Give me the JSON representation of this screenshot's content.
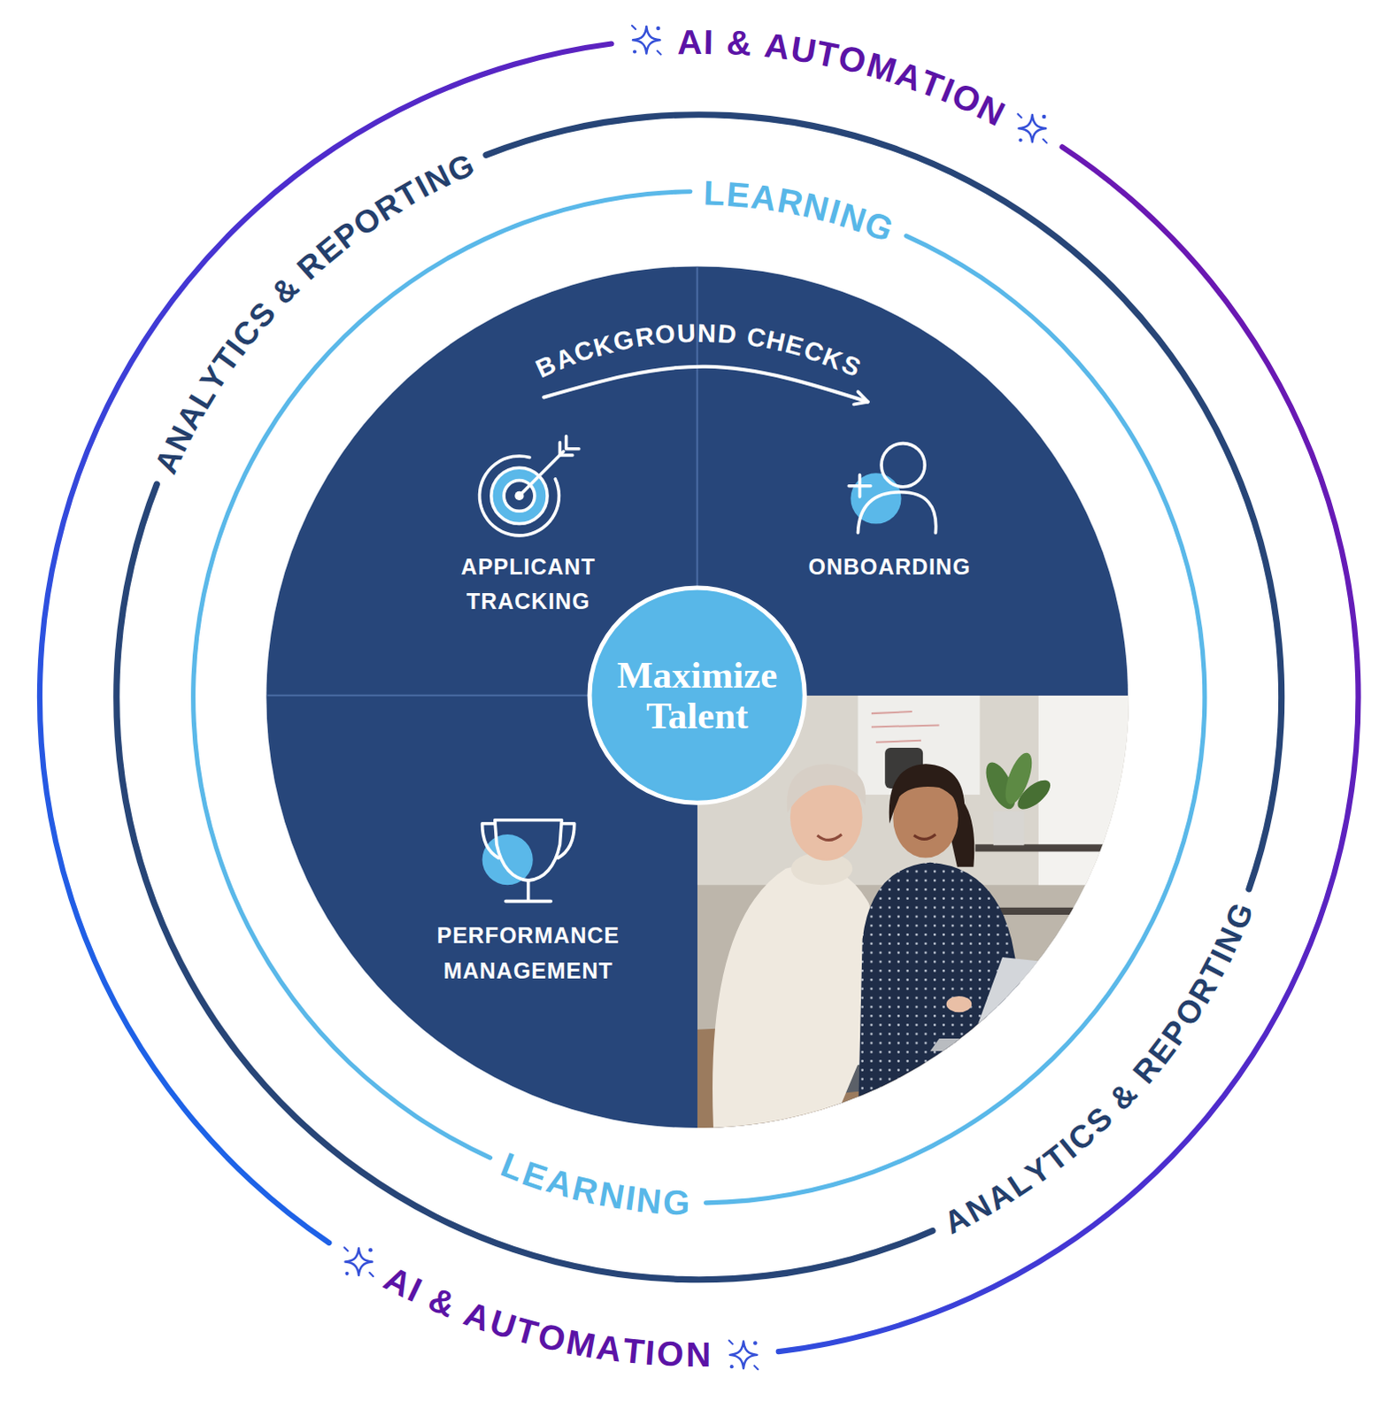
{
  "diagram": {
    "nodes": [
      {
        "text": [
          "APPLICANT TRACKING"
        ]
      },
      {
        "text": [
          "ONBOARDING"
        ]
      },
      {
        "text": [
          "Maximize Talent"
        ]
      },
      {
        "text": [
          "PERFORMANCE MANAGEMENT"
        ]
      }
    ],
    "edges": [
      {
        "from": 0,
        "to": 1,
        "arrow": "to",
        "label": "BACKGROUND CHECKS"
      }
    ],
    "labels": [
      "AI & AUTOMATION",
      "ANALYTICS & REPORTING",
      "LEARNING",
      "LEARNING",
      "ANALYTICS & REPORTING",
      "AI & AUTOMATION"
    ]
  }
}
